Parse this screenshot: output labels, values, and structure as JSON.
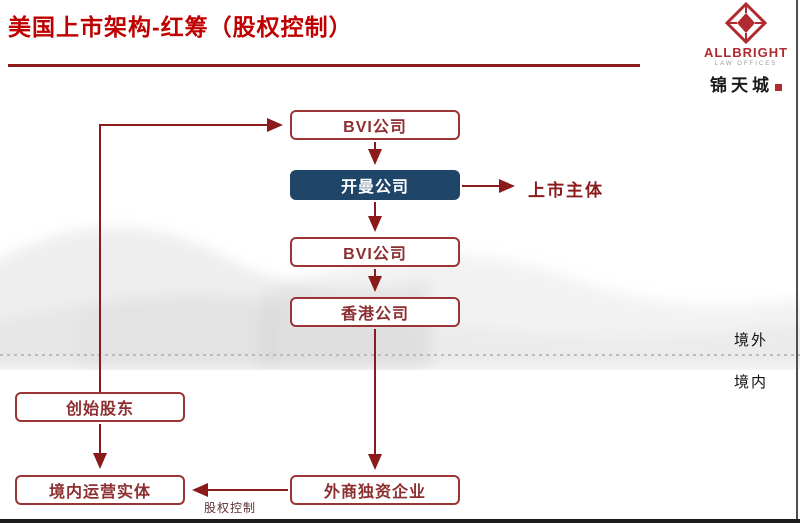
{
  "slide": {
    "title": "美国上市架构-红筹（股权控制）"
  },
  "logo": {
    "name": "ALLBRIGHT",
    "tagline": "LAW OFFICES",
    "chinese_name": "锦天城"
  },
  "diagram": {
    "nodes": {
      "bvi_top": {
        "label": "BVI公司"
      },
      "cayman": {
        "label": "开曼公司"
      },
      "bvi_mid": {
        "label": "BVI公司"
      },
      "hongkong": {
        "label": "香港公司"
      },
      "founders": {
        "label": "创始股东"
      },
      "domestic_entity": {
        "label": "境内运营实体"
      },
      "wfoe": {
        "label": "外商独资企业"
      }
    },
    "annotations": {
      "listed_entity": "上市主体",
      "offshore": "境外",
      "onshore": "境内",
      "equity_control": "股权控制"
    }
  },
  "colors": {
    "title_red": "#c00000",
    "accent_red": "#8b1a1b",
    "box_border_red": "#9a3536",
    "navy_fill": "#1f4568",
    "logo_red": "#b02a30"
  }
}
